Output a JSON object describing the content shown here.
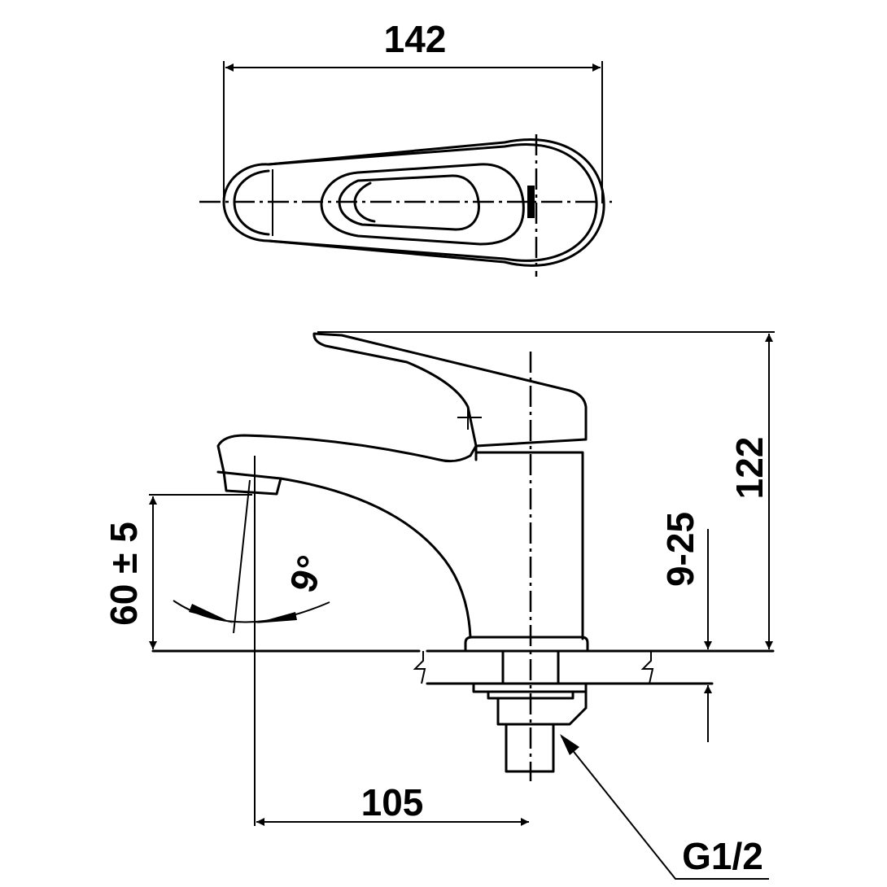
{
  "title": "Basin faucet dimension drawing",
  "dimensions": {
    "overall_length": "142",
    "overall_height": "122",
    "deck_thickness": "9-25",
    "spout_height": "60 ± 5",
    "spout_angle": "9°",
    "spout_reach": "105",
    "thread": "G1/2"
  },
  "colors": {
    "line": "#000000",
    "background": "#ffffff"
  }
}
